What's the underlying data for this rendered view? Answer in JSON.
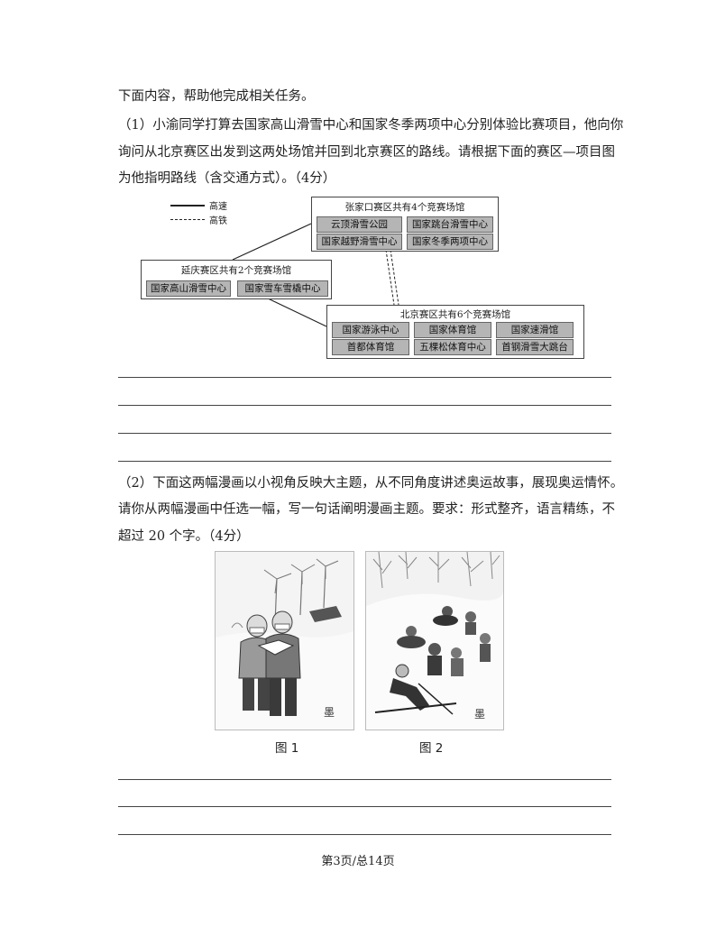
{
  "intro": "下面内容，帮助他完成相关任务。",
  "q1": {
    "line1": "（1）小渝同学打算去国家高山滑雪中心和国家冬季两项中心分别体验比赛项目，他向你",
    "line2": "询问从北京赛区出发到这两处场馆并回到北京赛区的路线。请根据下面的赛区—项目图",
    "line3": "为他指明路线（含交通方式）。（4分）"
  },
  "diagram": {
    "legend": {
      "highway": "高速",
      "rail": "高铁"
    },
    "zhangjiakou": {
      "title": "张家口赛区共有4个竞赛场馆",
      "venues": [
        "云顶滑雪公园",
        "国家跳台滑雪中心",
        "国家越野滑雪中心",
        "国家冬季两项中心"
      ]
    },
    "yanqing": {
      "title": "延庆赛区共有2个竞赛场馆",
      "venues": [
        "国家高山滑雪中心",
        "国家雪车雪橇中心"
      ]
    },
    "beijing": {
      "title": "北京赛区共有6个竞赛场馆",
      "venues": [
        "国家游泳中心",
        "国家体育馆",
        "国家速滑馆",
        "首都体育馆",
        "五棵松体育中心",
        "首钢滑雪大跳台"
      ]
    }
  },
  "q2": {
    "line1": "（2）下面这两幅漫画以小视角反映大主题，从不同角度讲述奥运故事，展现奥运情怀。",
    "line2": "请你从两幅漫画中任选一幅，写一句话阐明漫画主题。要求：形式整齐，语言精练，不",
    "line3": "超过 20 个字。（4分）"
  },
  "figures": {
    "fig1": "图 1",
    "fig2": "图 2",
    "seal_text": "墨"
  },
  "footer": "第3页/总14页"
}
